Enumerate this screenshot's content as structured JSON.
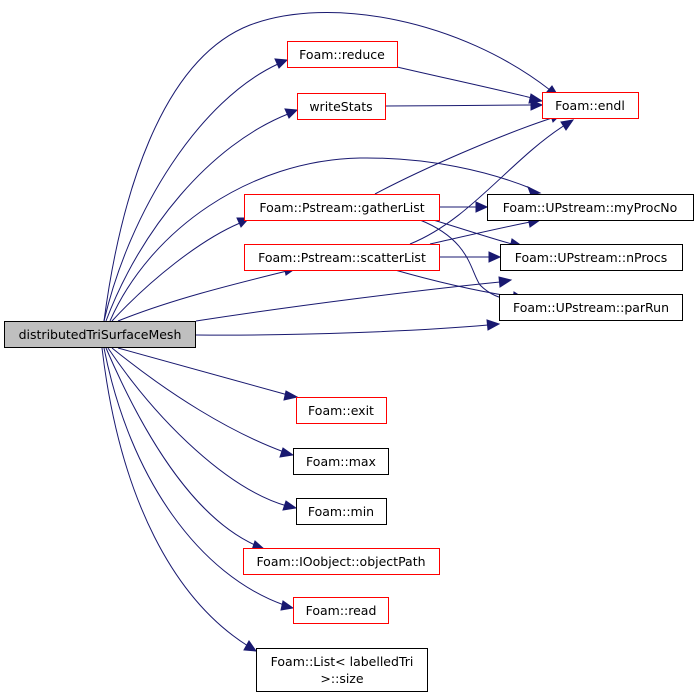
{
  "title": "distributedTriSurfaceMesh call graph",
  "colors": {
    "edge": "#191970",
    "link_border": "#ff0000",
    "plain_border": "#000000",
    "root_fill": "#bfbfbf"
  },
  "nodes": {
    "root": "distributedTriSurfaceMesh",
    "reduce": "Foam::reduce",
    "writeStats": "writeStats",
    "endl": "Foam::endl",
    "gatherList": "Foam::Pstream::gatherList",
    "scatterList": "Foam::Pstream::scatterList",
    "myProcNo": "Foam::UPstream::myProcNo",
    "nProcs": "Foam::UPstream::nProcs",
    "parRun": "Foam::UPstream::parRun",
    "exit": "Foam::exit",
    "max": "Foam::max",
    "min": "Foam::min",
    "objectPath": "Foam::IOobject::objectPath",
    "read": "Foam::read",
    "size_line1": "Foam::List< labelledTri",
    "size_line2": ">::size"
  }
}
